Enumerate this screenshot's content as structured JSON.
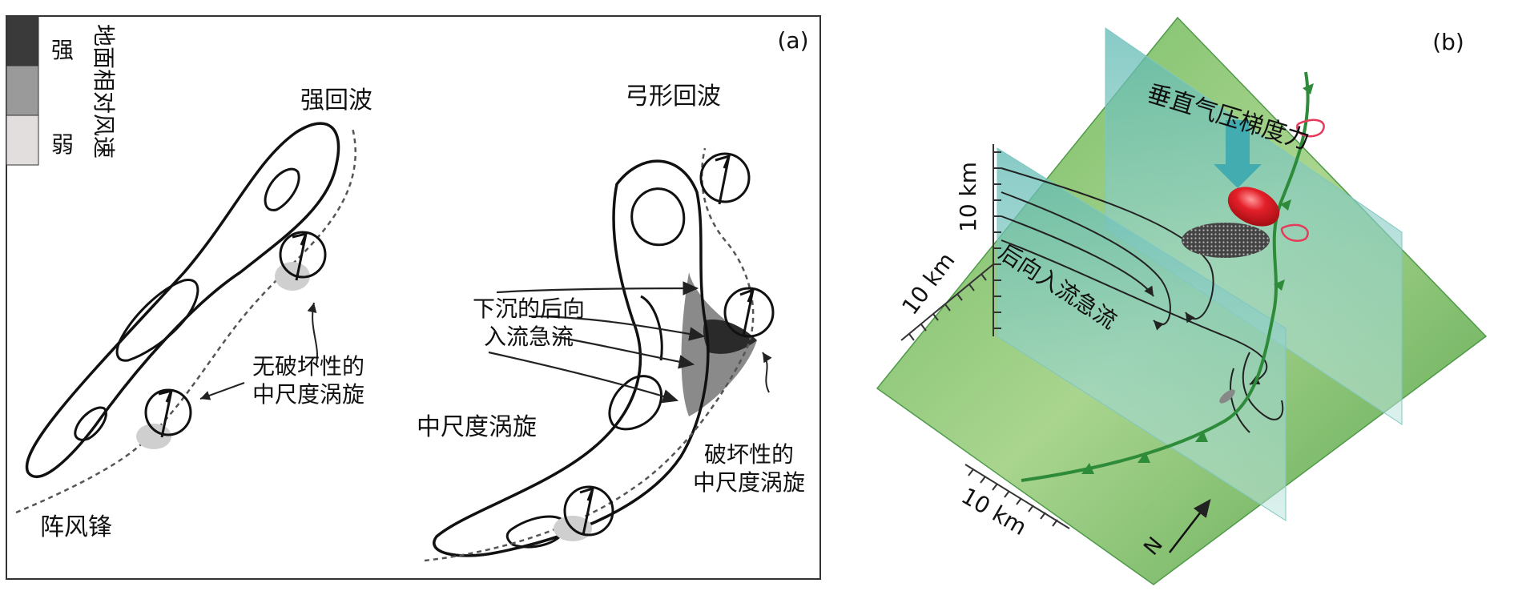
{
  "panel_a": {
    "label": "(a)",
    "legend": {
      "strong": "强",
      "weak": "弱",
      "title": "地面相对风速"
    },
    "strong_echo": "强回波",
    "bow_echo": "弓形回波",
    "gust_front": "阵风锋",
    "nondestructive_vortex": [
      "无破坏性的",
      "中尺度涡旋"
    ],
    "descending_rear_inflow": [
      "下沉的后向",
      "入流急流"
    ],
    "mesovortex": "中尺度涡旋",
    "destructive_vortex": [
      "破坏性的",
      "中尺度涡旋"
    ]
  },
  "panel_b": {
    "label": "(b)",
    "vertical_pgf": "垂直气压梯度力",
    "rear_inflow_jet": "后向入流急流",
    "scale_vertical": "10 km",
    "scale_left": "10 km",
    "scale_bottom": "10 km",
    "north": "N"
  },
  "colors": {
    "ground_green": "#8cc57a",
    "ground_green_dark": "#4f9a4a",
    "plane_teal": "#7fc7c2",
    "vortex_red": "#e4202a",
    "front_green": "#2e8b3a",
    "legend_dark": "#3a3a3a",
    "legend_mid": "#9a9a9a",
    "legend_light": "#e2dede"
  }
}
